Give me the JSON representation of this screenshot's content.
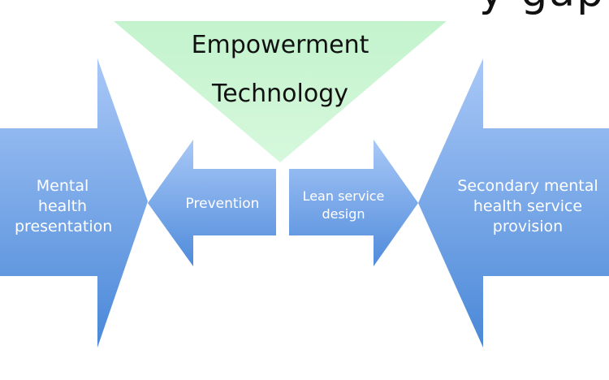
{
  "header_fragment": "y gap",
  "triangle": {
    "line1": "Empowerment",
    "line2": "Technology"
  },
  "arrows": {
    "left_big": "Mental health presentation",
    "left_small": "Prevention",
    "right_small": "Lean service design",
    "right_big": "Secondary mental health service provision"
  },
  "colors": {
    "triangle_fill": "#c8f5d2",
    "arrow_light": "#a9c8f7",
    "arrow_dark": "#4a88d8",
    "text_light": "#ffffff",
    "text_dark": "#111111"
  }
}
